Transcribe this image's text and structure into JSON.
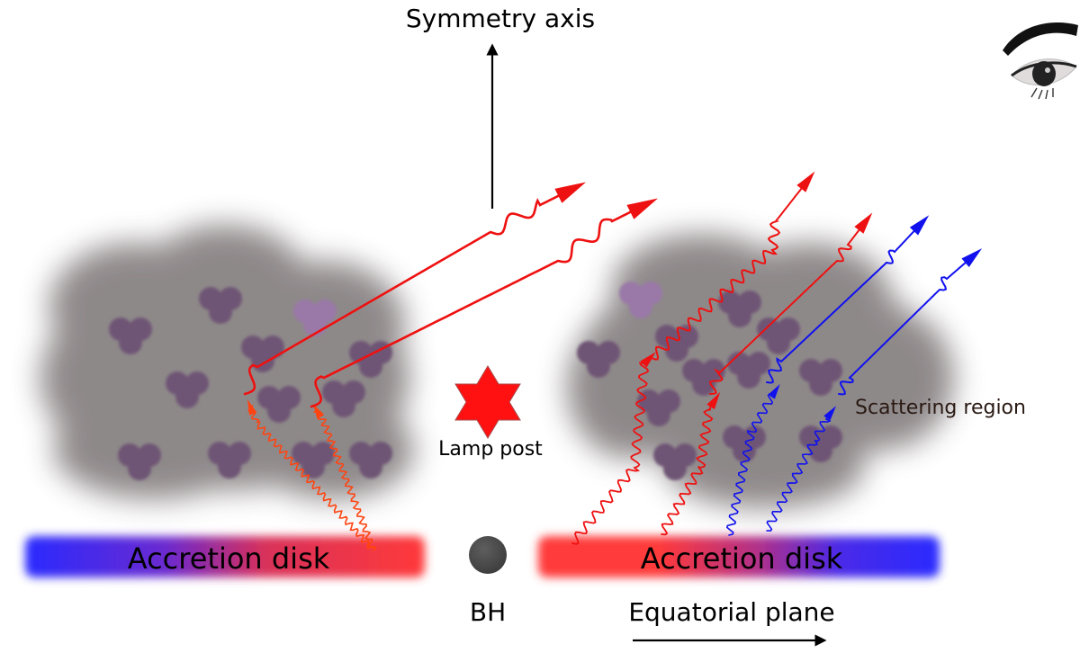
{
  "labels": {
    "symmetry_axis": "Symmetry axis",
    "lamp_post": "Lamp post",
    "scattering_region": "Scattering region",
    "accretion_disk_left": "Accretion disk",
    "accretion_disk_right": "Accretion disk",
    "black_hole": "BH",
    "equatorial_plane": "Equatorial plane"
  },
  "icons": {
    "observer": "eye-icon",
    "lamp": "star-icon",
    "black_hole": "black-hole-icon"
  },
  "colors": {
    "disk_blue": "#2a2aff",
    "disk_red": "#ff3a3a",
    "photon_red": "#ee1111",
    "photon_orange": "#ff4411",
    "photon_blue": "#1111ee",
    "cloud_gray": "#858080",
    "clump_purple": "#6e5575",
    "lamp_star": "#ff1111",
    "black_hole": "#4a4a4a"
  }
}
